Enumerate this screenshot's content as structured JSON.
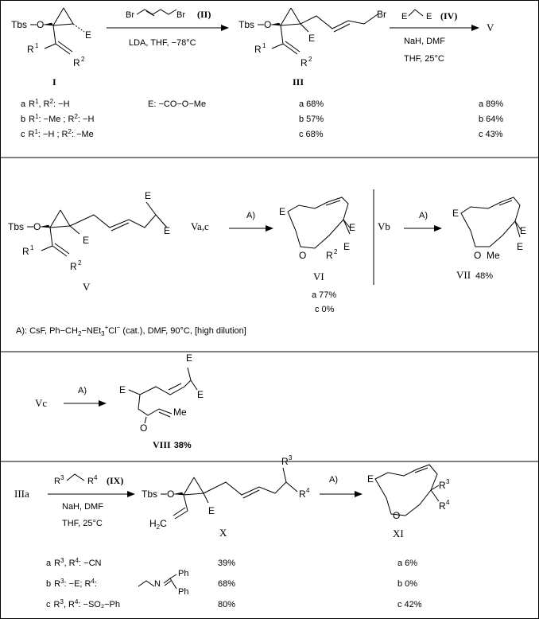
{
  "scheme": {
    "reactants": {
      "I": {
        "label": "I",
        "tbs": "Tbs",
        "O": "O",
        "E": "E",
        "R1": "R",
        "R1sup": "1",
        "R2": "R",
        "R2sup": "2"
      },
      "II": {
        "label": "(II)",
        "br1": "Br",
        "br2": "Br"
      },
      "III": {
        "label": "III"
      },
      "IV": {
        "label": "(IV)",
        "e1": "E",
        "e2": "E"
      },
      "V": {
        "label": "V"
      },
      "VI": {
        "label": "VI"
      },
      "VII": {
        "label": "VII",
        "yield": "48%"
      },
      "VIII": {
        "label": "VIII",
        "yield": "38%"
      },
      "IX": {
        "label": "(IX)"
      },
      "X": {
        "label": "X"
      },
      "XI": {
        "label": "XI"
      }
    },
    "conditions": {
      "step1": "LDA,  THF,  −78°C",
      "step2_line1": "NaH, DMF",
      "step2_line2": "THF,  25°C",
      "A": "A)",
      "A_full_prefix": "A): CsF, Ph−CH",
      "A_full_mid": "−NEt",
      "A_full_cl": "Cl",
      "A_full_suffix": " (cat.), DMF,  90°C,  [high dilution]",
      "step9_line1": "NaH, DMF",
      "step9_line2": "THF,  25°C"
    },
    "substituents_I": [
      {
        "letter": "a",
        "text1": "R",
        "s1": "1",
        "text2": ",  R",
        "s2": "2",
        "text3": ": −H"
      },
      {
        "letter": "b",
        "text1": "R",
        "s1": "1",
        "text2": ": −Me ; R",
        "s2": "2",
        "text3": ": −H"
      },
      {
        "letter": "c",
        "text1": "R",
        "s1": "1",
        "text2": ": −H ; R",
        "s2": "2",
        "text3": ": −Me"
      }
    ],
    "E_def": "E:  −CO−O−Me",
    "yields_III": [
      "a  68%",
      "b  57%",
      "c  68%"
    ],
    "yields_V": [
      "a 89%",
      "b 64%",
      "c  43%"
    ],
    "yields_VI": [
      "a 77%",
      "c   0%"
    ],
    "substituents_IX": [
      {
        "letter": "a",
        "text": ":  −CN"
      },
      {
        "letter": "b",
        "text": ":  −E;  R"
      },
      {
        "letter": "c",
        "text": ":  −SO₂−Ph"
      }
    ],
    "yields_X": [
      "39%",
      "68%",
      "80%"
    ],
    "yields_XI": [
      "a   6%",
      "b   0%",
      "c  42%"
    ],
    "labels": {
      "Vac": "Va,c",
      "Vb": "Vb",
      "Vc": "Vc",
      "IIIa": "IIIa",
      "Ph": "Ph",
      "N": "N",
      "H2C": "H",
      "Me": "Me",
      "O": "O",
      "R3": "R",
      "R4": "R"
    }
  }
}
